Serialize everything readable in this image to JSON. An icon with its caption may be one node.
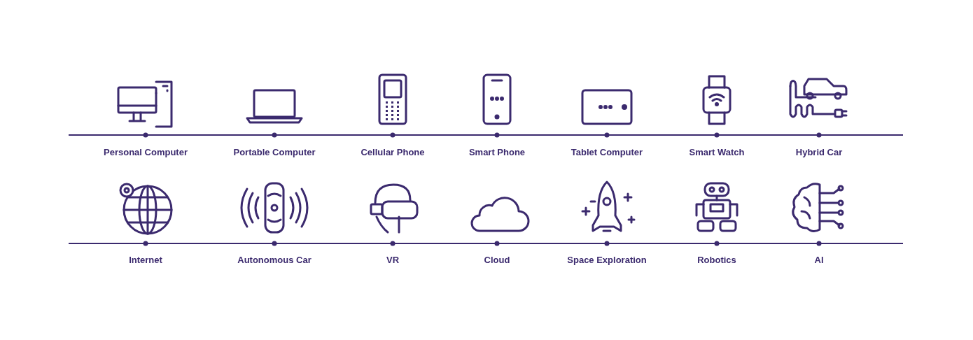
{
  "diagram": {
    "labels": [
      "Personal Computer",
      "Portable Computer",
      "Cellular Phone",
      "Smart Phone",
      "Tablet Computer",
      "Smart Watch",
      "Hybrid Car",
      "Internet",
      "Autonomous Car",
      "VR",
      "Cloud",
      "Space Exploration",
      "Robotics",
      "AI"
    ]
  }
}
